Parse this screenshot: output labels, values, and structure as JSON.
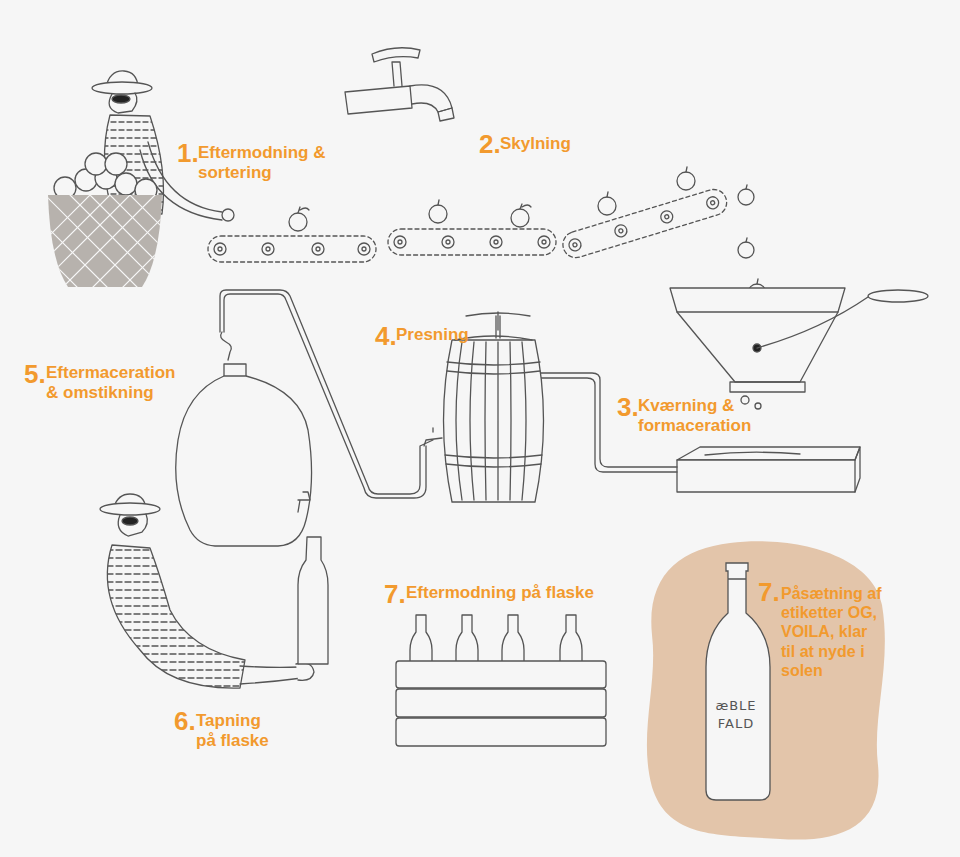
{
  "diagram": {
    "nodes": [
      {
        "text": [
          "7.",
          "Påsætning af etiketter OG, VOILA, klar til at nyde i solen"
        ]
      }
    ],
    "labels": [
      "1.",
      "Eftermodning & sortering",
      "2.",
      "Skylning",
      "4.",
      "Presning",
      "3.",
      "Kværning & formaceration",
      "5.",
      "Eftermaceration & omstikning",
      "6.",
      "Tapning på flaske",
      "7.",
      "Eftermodning på flaske",
      "æBLE FALD"
    ]
  }
}
